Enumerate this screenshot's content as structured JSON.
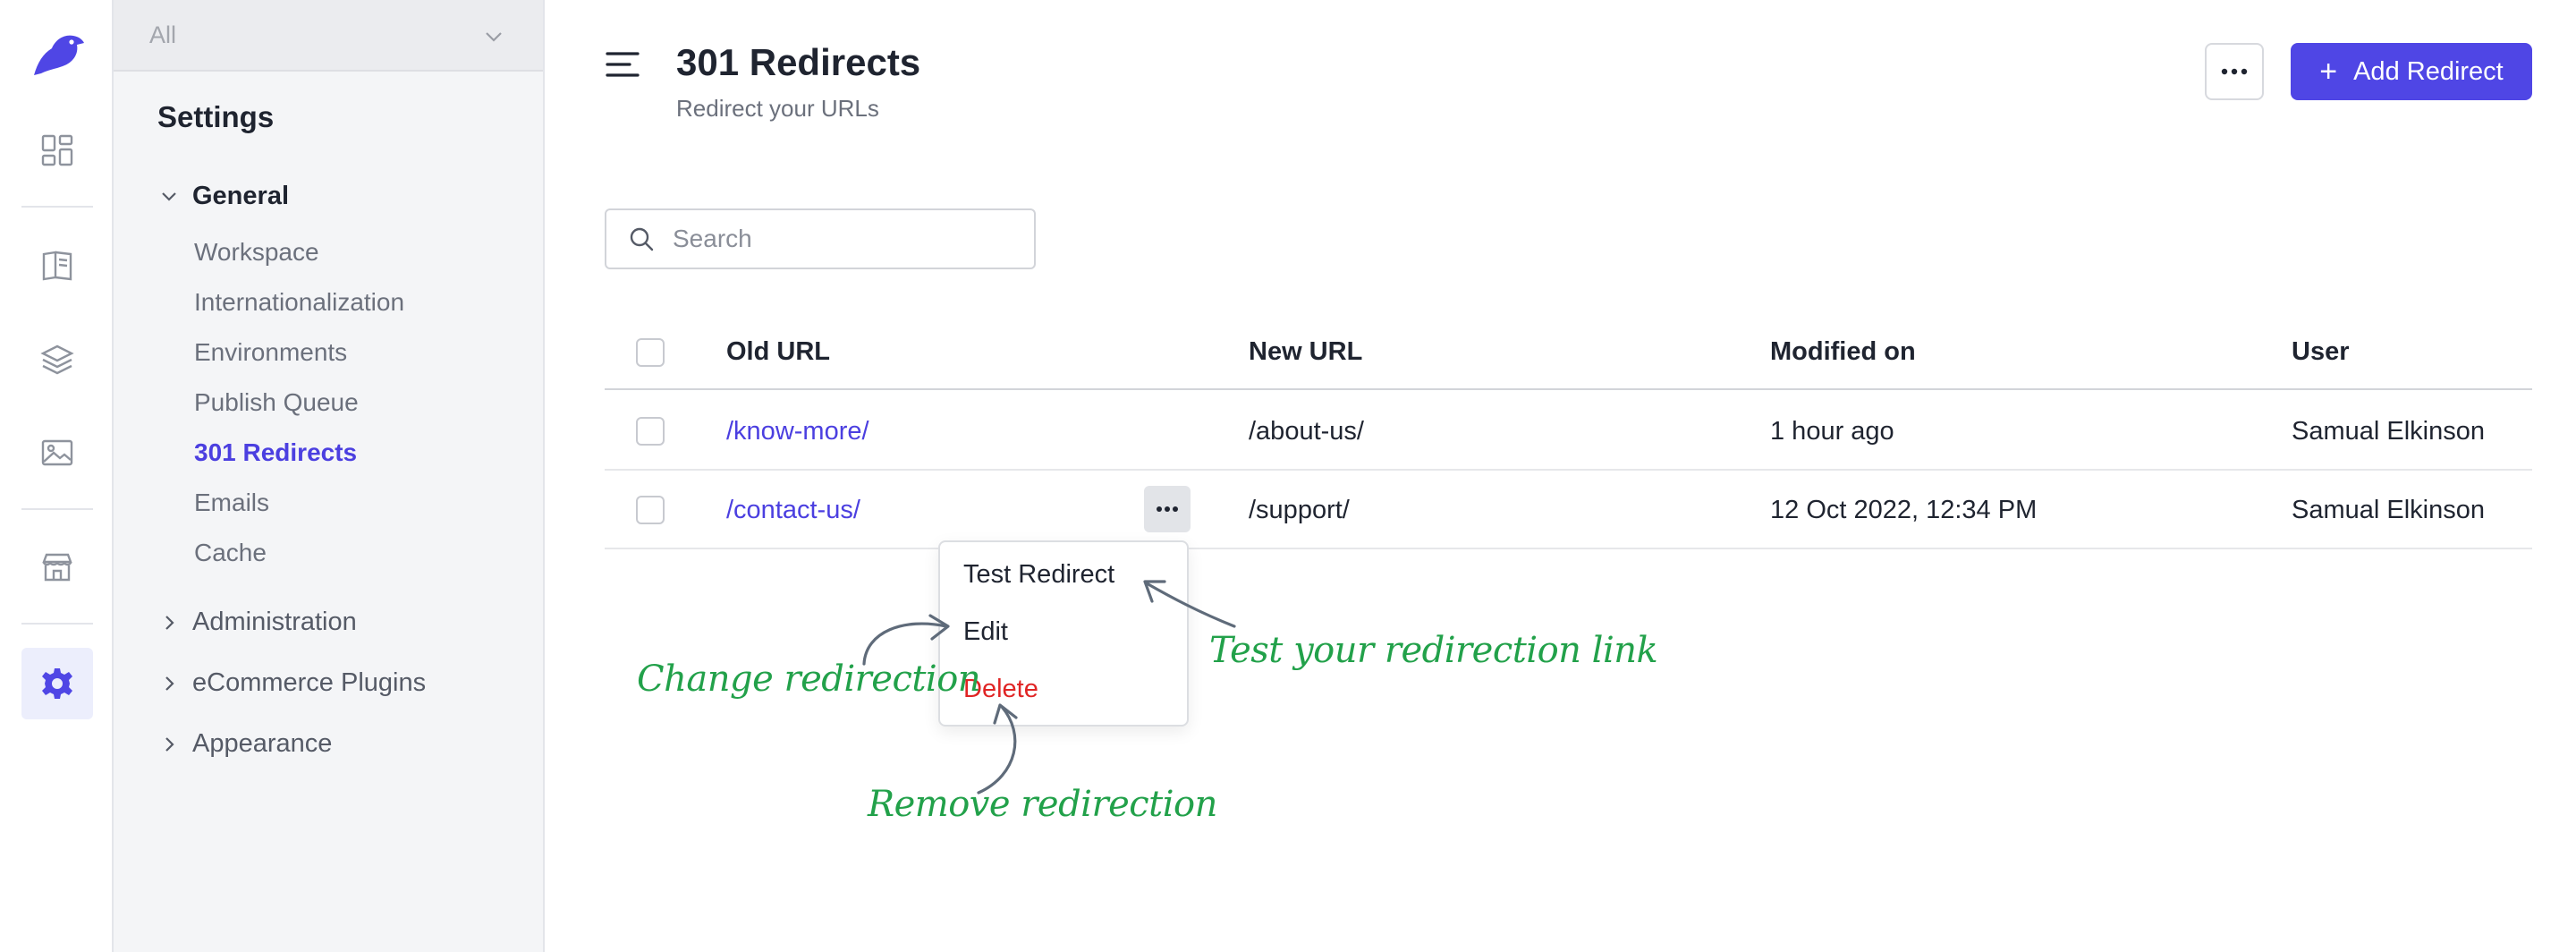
{
  "rail": {
    "items": [
      {
        "icon": "dashboard-icon"
      },
      {
        "icon": "book-icon"
      },
      {
        "icon": "layers-icon"
      },
      {
        "icon": "image-icon"
      },
      {
        "icon": "store-icon"
      },
      {
        "icon": "gear-icon",
        "active": true
      }
    ],
    "accent": "#4f46e5"
  },
  "sidebar": {
    "select_value": "All",
    "title": "Settings",
    "groups": [
      {
        "label": "General",
        "expanded": true
      },
      {
        "label": "Administration",
        "expanded": false
      },
      {
        "label": "eCommerce Plugins",
        "expanded": false
      },
      {
        "label": "Appearance",
        "expanded": false
      }
    ],
    "general_items": [
      {
        "label": "Workspace"
      },
      {
        "label": "Internationalization"
      },
      {
        "label": "Environments"
      },
      {
        "label": "Publish Queue"
      },
      {
        "label": "301 Redirects",
        "active": true
      },
      {
        "label": "Emails"
      },
      {
        "label": "Cache"
      }
    ]
  },
  "header": {
    "title": "301 Redirects",
    "subtitle": "Redirect your URLs",
    "add_button_label": "Add Redirect"
  },
  "search": {
    "placeholder": "Search",
    "value": ""
  },
  "table": {
    "columns": [
      "Old URL",
      "New URL",
      "Modified on",
      "User"
    ],
    "rows": [
      {
        "old_url": "/know-more/",
        "new_url": "/about-us/",
        "modified": "1 hour ago",
        "user": "Samual Elkinson"
      },
      {
        "old_url": "/contact-us/",
        "new_url": "/support/",
        "modified": "12 Oct 2022, 12:34 PM",
        "user": "Samual Elkinson"
      }
    ]
  },
  "row_menu": {
    "items": [
      "Test Redirect",
      "Edit",
      "Delete"
    ]
  },
  "annotations": {
    "change": "Change redirection",
    "test": "Test your redirection link",
    "remove": "Remove redirection",
    "color": "#22a14a"
  }
}
